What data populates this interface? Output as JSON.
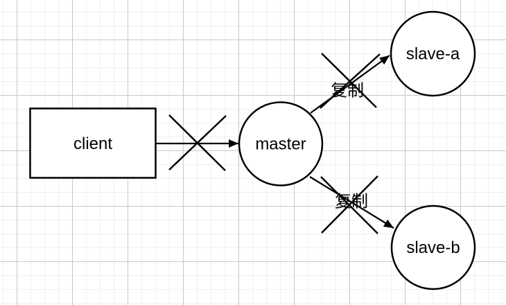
{
  "canvas": {
    "colors": {
      "background": "#ffffff",
      "grid_minor": "#f0f0f0",
      "grid_major": "#c8c8c8",
      "stroke": "#000000",
      "shape_fill": "#ffffff",
      "text": "#000000"
    },
    "nodes": {
      "client": {
        "label": "client",
        "shape": "rectangle"
      },
      "master": {
        "label": "master",
        "shape": "circle"
      },
      "slave_a": {
        "label": "slave-a",
        "shape": "circle"
      },
      "slave_b": {
        "label": "slave-b",
        "shape": "circle"
      }
    },
    "edges": {
      "client_master": {
        "from": "client",
        "to": "master",
        "label": "",
        "crossed_out": true
      },
      "master_slave_a": {
        "from": "master",
        "to": "slave-a",
        "label": "复制",
        "crossed_out": true
      },
      "master_slave_b": {
        "from": "master",
        "to": "slave-b",
        "label": "复制",
        "crossed_out": true
      }
    }
  }
}
